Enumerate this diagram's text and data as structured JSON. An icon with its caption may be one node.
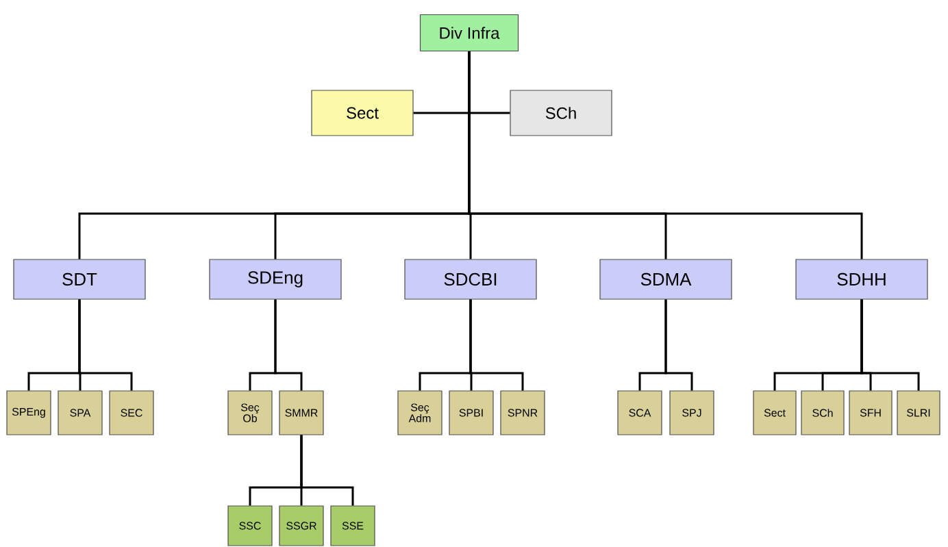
{
  "diagram": {
    "nodes": [
      {
        "text": [
          "Div Infra"
        ]
      },
      {
        "text": [
          "Sect"
        ]
      },
      {
        "text": [
          "SCh"
        ]
      },
      {
        "text": [
          "SDT"
        ]
      },
      {
        "text": [
          "SDEng"
        ]
      },
      {
        "text": [
          "SDCBI"
        ]
      },
      {
        "text": [
          "SDMA"
        ]
      },
      {
        "text": [
          "SDHH"
        ]
      },
      {
        "text": [
          "SPEng"
        ]
      },
      {
        "text": [
          "SPA"
        ]
      },
      {
        "text": [
          "SEC"
        ]
      },
      {
        "text": [
          "Seç Ob"
        ]
      },
      {
        "text": [
          "SMMR"
        ]
      },
      {
        "text": [
          "Seç Adm"
        ]
      },
      {
        "text": [
          "SPBI"
        ]
      },
      {
        "text": [
          "SPNR"
        ]
      },
      {
        "text": [
          "SCA"
        ]
      },
      {
        "text": [
          "SPJ"
        ]
      },
      {
        "text": [
          "Sect"
        ]
      },
      {
        "text": [
          "SCh"
        ]
      },
      {
        "text": [
          "SFH"
        ]
      },
      {
        "text": [
          "SLRI"
        ]
      },
      {
        "text": [
          "SSC"
        ]
      },
      {
        "text": [
          "SSGR"
        ]
      },
      {
        "text": [
          "SSE"
        ]
      }
    ],
    "edges": [
      {
        "from": 0,
        "to": 1,
        "arrow": "none"
      },
      {
        "from": 0,
        "to": 2,
        "arrow": "none"
      },
      {
        "from": 0,
        "to": 3,
        "arrow": "none"
      },
      {
        "from": 0,
        "to": 4,
        "arrow": "none"
      },
      {
        "from": 0,
        "to": 5,
        "arrow": "none"
      },
      {
        "from": 0,
        "to": 6,
        "arrow": "none"
      },
      {
        "from": 0,
        "to": 7,
        "arrow": "none"
      },
      {
        "from": 3,
        "to": 8,
        "arrow": "none"
      },
      {
        "from": 3,
        "to": 9,
        "arrow": "none"
      },
      {
        "from": 3,
        "to": 10,
        "arrow": "none"
      },
      {
        "from": 4,
        "to": 11,
        "arrow": "none"
      },
      {
        "from": 4,
        "to": 12,
        "arrow": "none"
      },
      {
        "from": 5,
        "to": 13,
        "arrow": "none"
      },
      {
        "from": 5,
        "to": 14,
        "arrow": "none"
      },
      {
        "from": 5,
        "to": 15,
        "arrow": "none"
      },
      {
        "from": 6,
        "to": 16,
        "arrow": "none"
      },
      {
        "from": 6,
        "to": 17,
        "arrow": "none"
      },
      {
        "from": 7,
        "to": 18,
        "arrow": "none"
      },
      {
        "from": 7,
        "to": 19,
        "arrow": "none"
      },
      {
        "from": 7,
        "to": 20,
        "arrow": "none"
      },
      {
        "from": 7,
        "to": 21,
        "arrow": "none"
      },
      {
        "from": 12,
        "to": 22,
        "arrow": "none"
      },
      {
        "from": 12,
        "to": 23,
        "arrow": "none"
      },
      {
        "from": 12,
        "to": 24,
        "arrow": "none"
      }
    ]
  }
}
